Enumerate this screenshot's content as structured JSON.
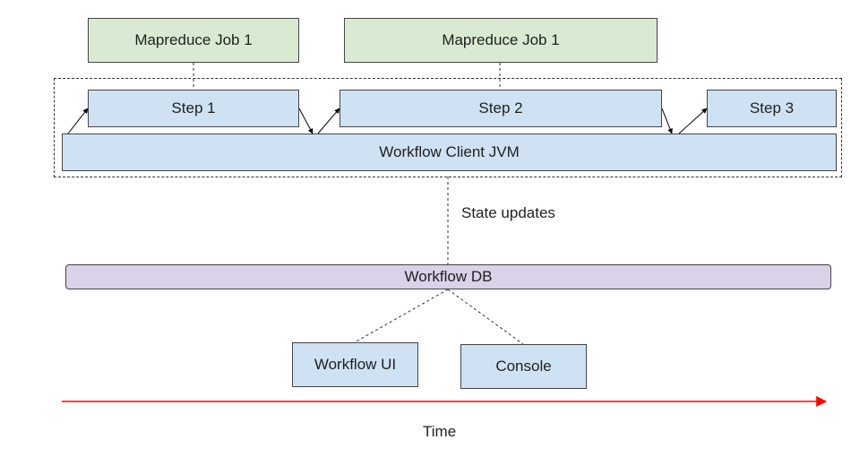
{
  "jobs": [
    {
      "label": "Mapreduce Job 1"
    },
    {
      "label": "Mapreduce Job 1"
    }
  ],
  "steps": [
    {
      "label": "Step 1"
    },
    {
      "label": "Step 2"
    },
    {
      "label": "Step 3"
    }
  ],
  "client": {
    "label": "Workflow Client JVM"
  },
  "state_updates": {
    "label": "State updates"
  },
  "db": {
    "label": "Workflow DB"
  },
  "ui": {
    "label": "Workflow UI"
  },
  "console": {
    "label": "Console"
  },
  "time": {
    "label": "Time"
  },
  "colors": {
    "job_fill": "#d9ead3",
    "step_fill": "#cfe2f3",
    "db_fill": "#d9d2e9",
    "time_arrow": "#ff0000"
  }
}
